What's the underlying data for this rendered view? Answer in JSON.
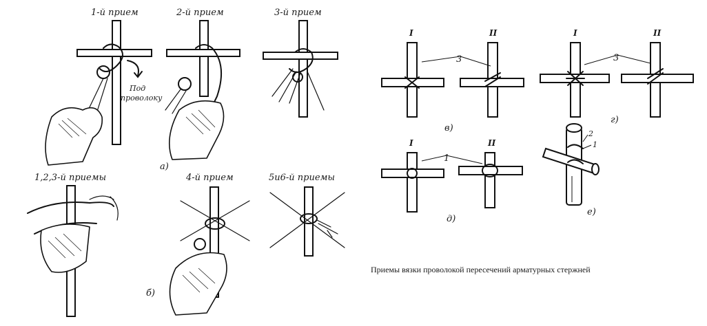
{
  "labels": {
    "step1": "1-й прием",
    "step2": "2-й прием",
    "step3": "3-й прием",
    "under_wire_1": "Под",
    "under_wire_2": "проволоку",
    "steps123": "1,2,3-й приемы",
    "step4": "4-й прием",
    "steps56": "5и6-й приемы",
    "fig_a": "а)",
    "fig_b": "б)",
    "fig_v": "в)",
    "fig_g": "г)",
    "fig_d": "д)",
    "fig_e": "е)",
    "roman_1": "I",
    "roman_2": "II",
    "num_1": "1",
    "num_2": "2",
    "num_3": "3"
  },
  "caption": "Приемы вязки проволокой пересечений арматурных стержней"
}
